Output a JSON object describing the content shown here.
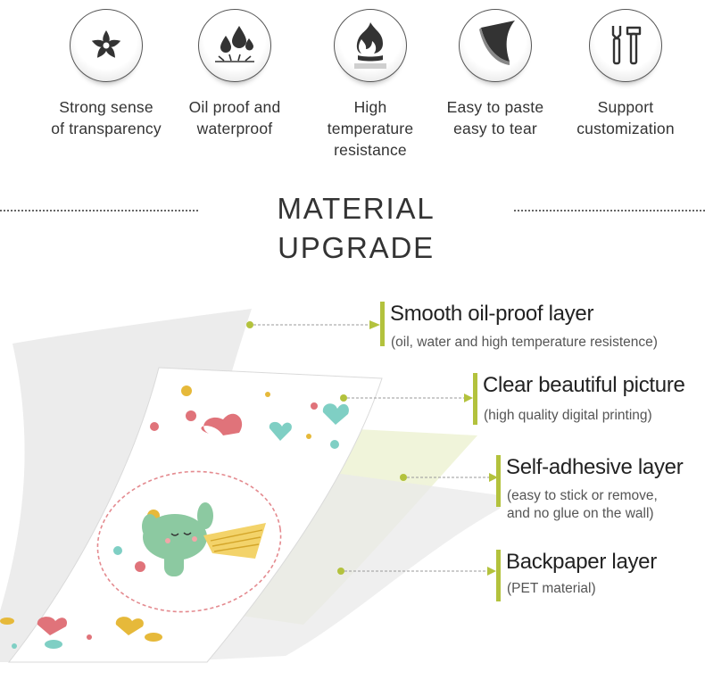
{
  "features": [
    {
      "icon": "flower-icon",
      "label_lines": [
        "Strong sense",
        "of transparency"
      ]
    },
    {
      "icon": "oil-drops-icon",
      "label_lines": [
        "Oil proof and",
        "waterproof"
      ]
    },
    {
      "icon": "flame-icon",
      "label_lines": [
        "High",
        "temperature",
        "resistance"
      ]
    },
    {
      "icon": "peel-corner-icon",
      "label_lines": [
        "Easy to paste",
        "easy to tear"
      ]
    },
    {
      "icon": "tools-icon",
      "label_lines": [
        "Support",
        "customization"
      ]
    }
  ],
  "section_title": "MATERIAL UPGRADE",
  "layers": [
    {
      "heading": "Smooth oil-proof layer",
      "sub_lines": [
        "(oil, water and high temperature resistence)"
      ]
    },
    {
      "heading": "Clear beautiful picture",
      "sub_lines": [
        "(high quality digital printing)"
      ]
    },
    {
      "heading": "Self-adhesive layer",
      "sub_lines": [
        "(easy to stick or remove,",
        "and no glue on the wall)"
      ]
    },
    {
      "heading": "Backpaper layer",
      "sub_lines": [
        "(PET material)"
      ]
    }
  ],
  "colors": {
    "accent": "#b3c23d",
    "heart_red": "#e0737a",
    "mint": "#7fcfc4",
    "cactus": "#8cc9a1",
    "gold": "#e6b93a"
  }
}
